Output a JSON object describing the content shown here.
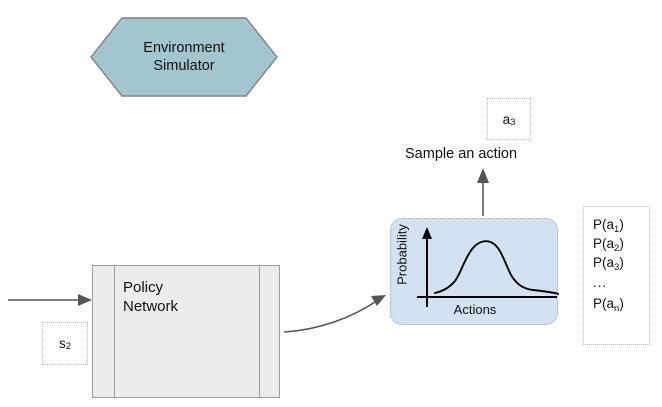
{
  "diagram": {
    "title": "Policy network action sampling diagram",
    "colors": {
      "hexagon_fill": "#a3c6ce",
      "hexagon_stroke": "#808080",
      "box_fill": "#ececec",
      "box_stroke": "#9a9a9a",
      "chart_fill": "#d3e2f2",
      "chart_stroke": "#a8a8a8",
      "dotted_stroke": "#b9b9b9",
      "arrow_stroke": "#555555",
      "axis_stroke": "#000000",
      "curve_stroke": "#000000"
    }
  },
  "nodes": {
    "environment_simulator": {
      "label_line1": "Environment",
      "label_line2": "Simulator",
      "shape": "hexagon"
    },
    "policy_network": {
      "label_line1": "Policy",
      "label_line2": "Network",
      "shape": "rectangle-with-side-panels"
    },
    "state": {
      "symbol": "s",
      "subscript": "2"
    },
    "sampled_action": {
      "symbol": "a",
      "subscript": "3"
    },
    "sample_caption": "Sample an action"
  },
  "chart_data": {
    "type": "line",
    "title": "",
    "xlabel": "Actions",
    "ylabel": "Probability",
    "grid": false,
    "legend": null,
    "x": [
      0,
      0.06,
      0.12,
      0.18,
      0.24,
      0.3,
      0.36,
      0.42,
      0.48,
      0.54,
      0.6,
      0.66,
      0.72,
      0.78,
      0.84,
      0.9,
      1.0
    ],
    "values": [
      0.1,
      0.12,
      0.16,
      0.24,
      0.38,
      0.58,
      0.76,
      0.88,
      0.93,
      0.92,
      0.82,
      0.64,
      0.46,
      0.34,
      0.28,
      0.25,
      0.22
    ],
    "xlim": [
      0,
      1
    ],
    "ylim": [
      0,
      1
    ],
    "description": "Right-skewed unimodal probability distribution over actions"
  },
  "probability_list": {
    "items": [
      {
        "symbol": "P(a",
        "subscript": "1",
        "close": ")"
      },
      {
        "symbol": "P(a",
        "subscript": "2",
        "close": ")"
      },
      {
        "symbol": "P(a",
        "subscript": "3",
        "close": ")"
      }
    ],
    "ellipsis": "...",
    "last": {
      "symbol": "P(a",
      "subscript": "n",
      "close": ")"
    }
  },
  "connectors": [
    {
      "name": "input-to-policy-network",
      "from": "left-edge",
      "to": "policy-network",
      "style": "straight-arrow"
    },
    {
      "name": "policy-network-to-distribution",
      "from": "policy-network",
      "to": "chart-panel",
      "style": "curved-arrow"
    },
    {
      "name": "distribution-to-sampled-action",
      "from": "chart-panel",
      "to": "sample-caption",
      "style": "vertical-arrow"
    }
  ]
}
